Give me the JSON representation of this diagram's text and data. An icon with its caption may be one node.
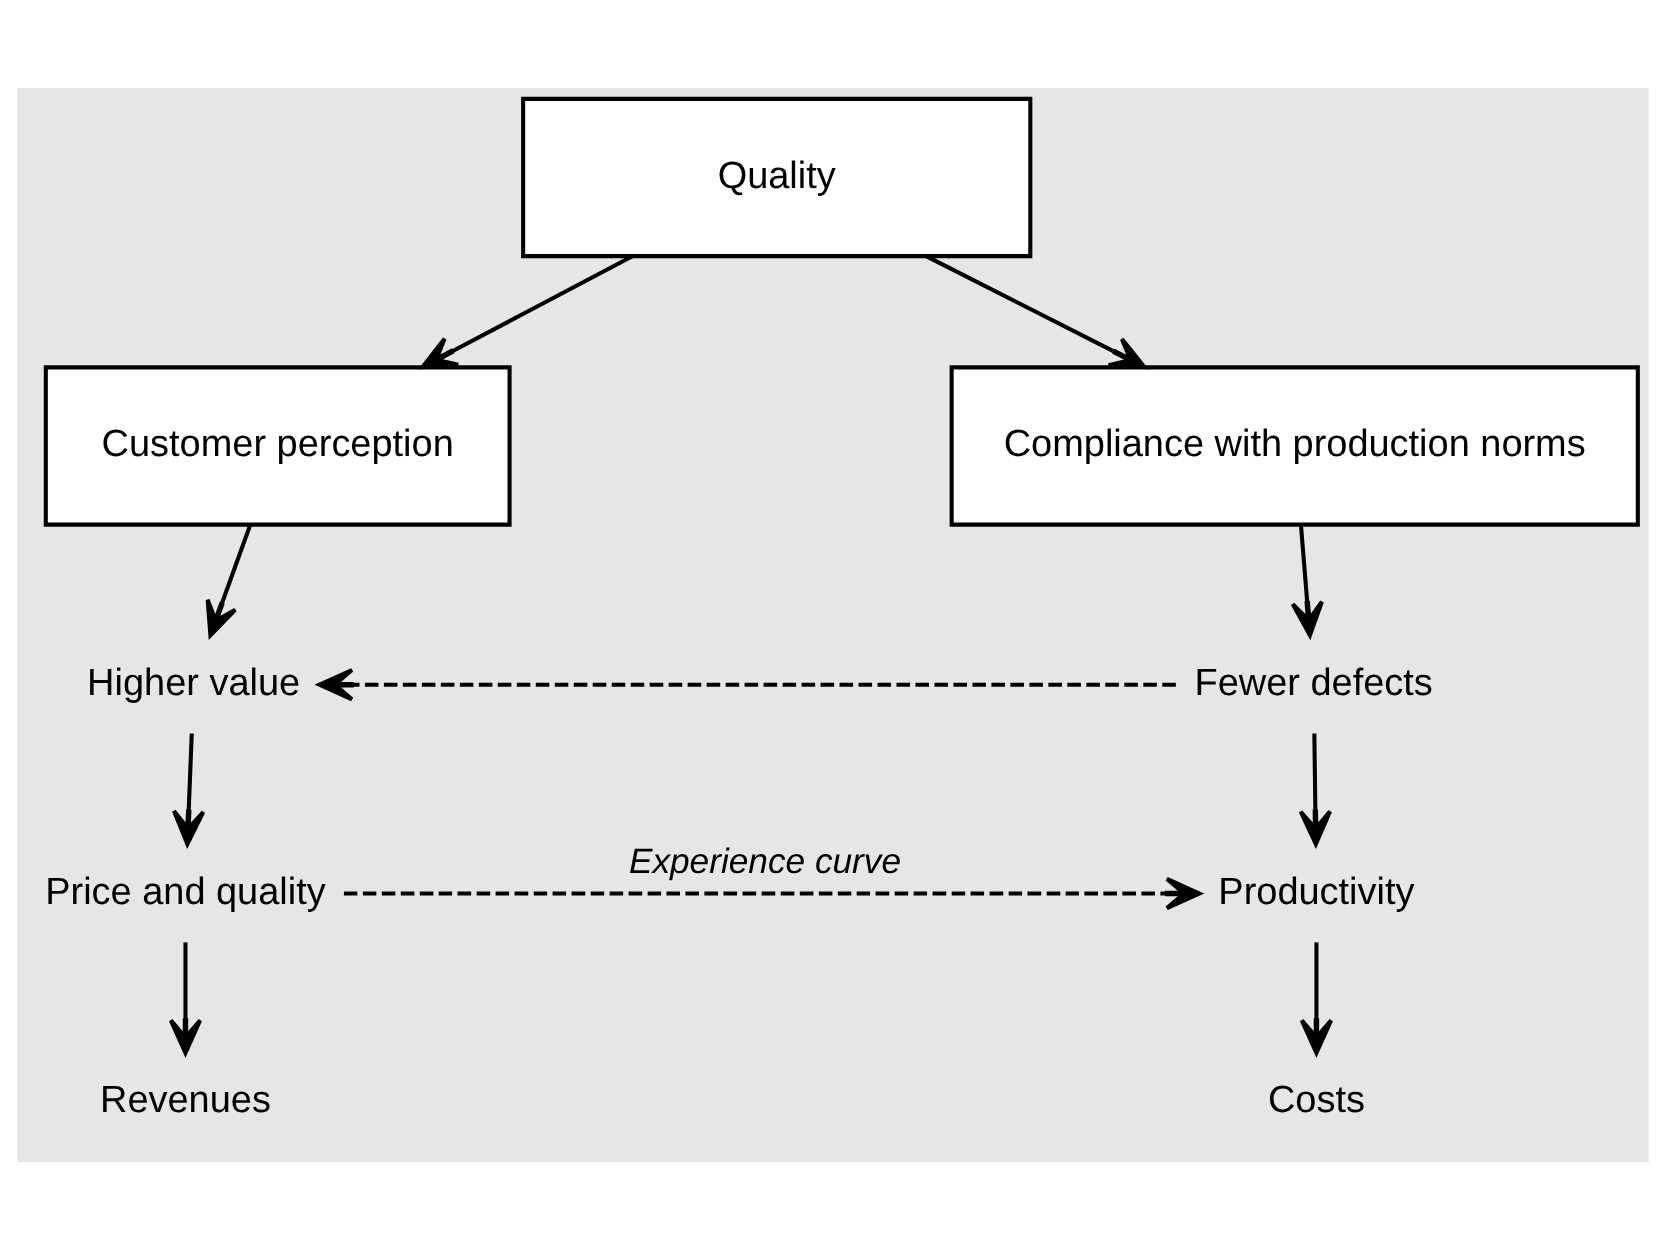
{
  "diagram": {
    "nodes": [
      {
        "text": [
          "Quality"
        ]
      },
      {
        "text": [
          "Customer perception"
        ]
      },
      {
        "text": [
          "Compliance with production norms"
        ]
      },
      {
        "text": [
          "Higher value"
        ]
      },
      {
        "text": [
          "Fewer defects"
        ]
      },
      {
        "text": [
          "Price and quality"
        ]
      },
      {
        "text": [
          "Productivity"
        ]
      },
      {
        "text": [
          "Revenues"
        ]
      },
      {
        "text": [
          "Costs"
        ]
      }
    ],
    "edges": [
      {
        "from": 0,
        "to": 1,
        "arrow": "to"
      },
      {
        "from": 0,
        "to": 2,
        "arrow": "to"
      },
      {
        "from": 1,
        "to": 3,
        "arrow": "to"
      },
      {
        "from": 2,
        "to": 4,
        "arrow": "to"
      },
      {
        "from": 4,
        "to": 3,
        "arrow": "to",
        "style": "dashed"
      },
      {
        "from": 3,
        "to": 5,
        "arrow": "to"
      },
      {
        "from": 4,
        "to": 6,
        "arrow": "to"
      },
      {
        "from": 5,
        "to": 6,
        "arrow": "to",
        "style": "dashed",
        "label": "Experience curve"
      },
      {
        "from": 5,
        "to": 7,
        "arrow": "to"
      },
      {
        "from": 6,
        "to": 8,
        "arrow": "to"
      }
    ]
  }
}
